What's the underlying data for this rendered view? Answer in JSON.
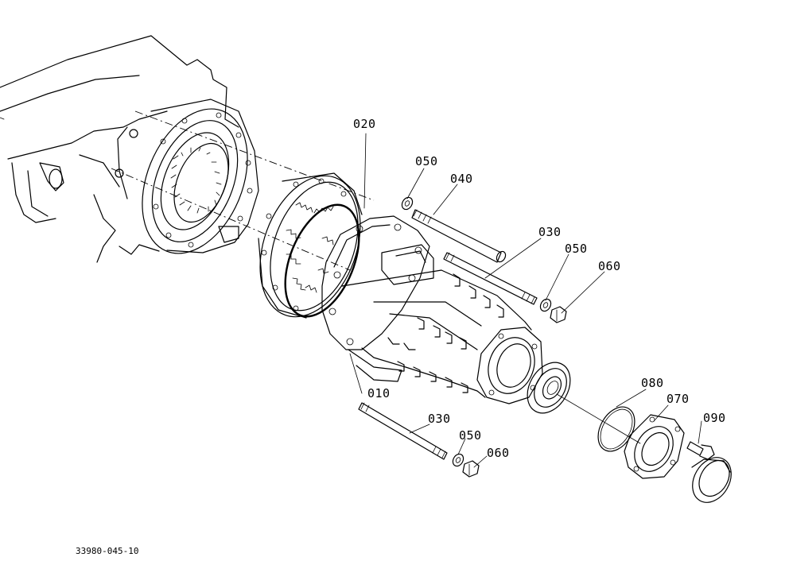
{
  "diagram": {
    "part_labels": {
      "p010": "010",
      "p020": "020",
      "p030_upper": "030",
      "p030_lower": "030",
      "p040": "040",
      "p050_top": "050",
      "p050_mid": "050",
      "p050_low": "050",
      "p060_mid": "060",
      "p060_low": "060",
      "p070": "070",
      "p080": "080",
      "p090": "090"
    },
    "drawing_code": "33980-045-10"
  }
}
